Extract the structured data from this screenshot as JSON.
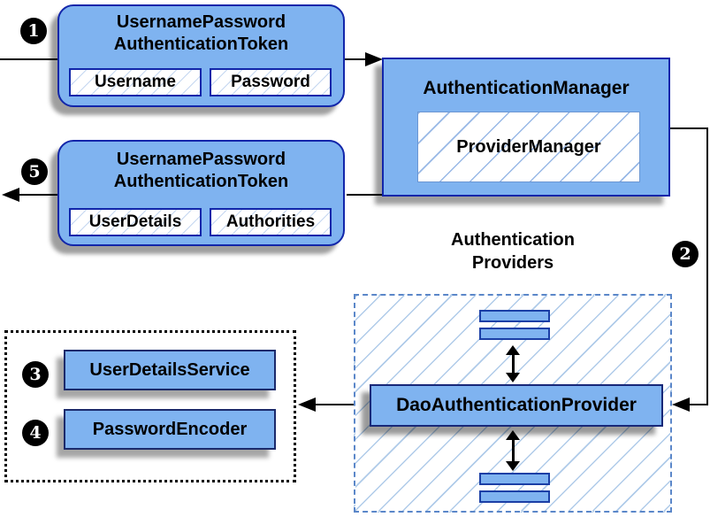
{
  "steps": {
    "s1": "1",
    "s2": "2",
    "s3": "3",
    "s4": "4",
    "s5": "5"
  },
  "nodes": {
    "request_token": {
      "title_line1": "UsernamePassword",
      "title_line2": "AuthenticationToken",
      "field1": "Username",
      "field2": "Password"
    },
    "auth_manager": {
      "title": "AuthenticationManager",
      "inner": "ProviderManager"
    },
    "response_token": {
      "title_line1": "UsernamePassword",
      "title_line2": "AuthenticationToken",
      "field1": "UserDetails",
      "field2": "Authorities"
    },
    "providers": {
      "label_line1": "Authentication",
      "label_line2": "Providers",
      "main_provider": "DaoAuthenticationProvider"
    },
    "beans": {
      "item1": "UserDetailsService",
      "item2": "PasswordEncoder"
    }
  },
  "colors": {
    "node_fill": "#7fb3f0",
    "node_border": "#1226aa",
    "provider_box_border": "#182878",
    "hatch_line": "#7ea6e0",
    "providers_dash_border": "#5b87c9",
    "beans_dash_border": "#000000",
    "arrow": "#000000",
    "shadow": "#b3b3b3",
    "step_badge_bg": "#000000",
    "step_badge_text": "#ffffff"
  }
}
